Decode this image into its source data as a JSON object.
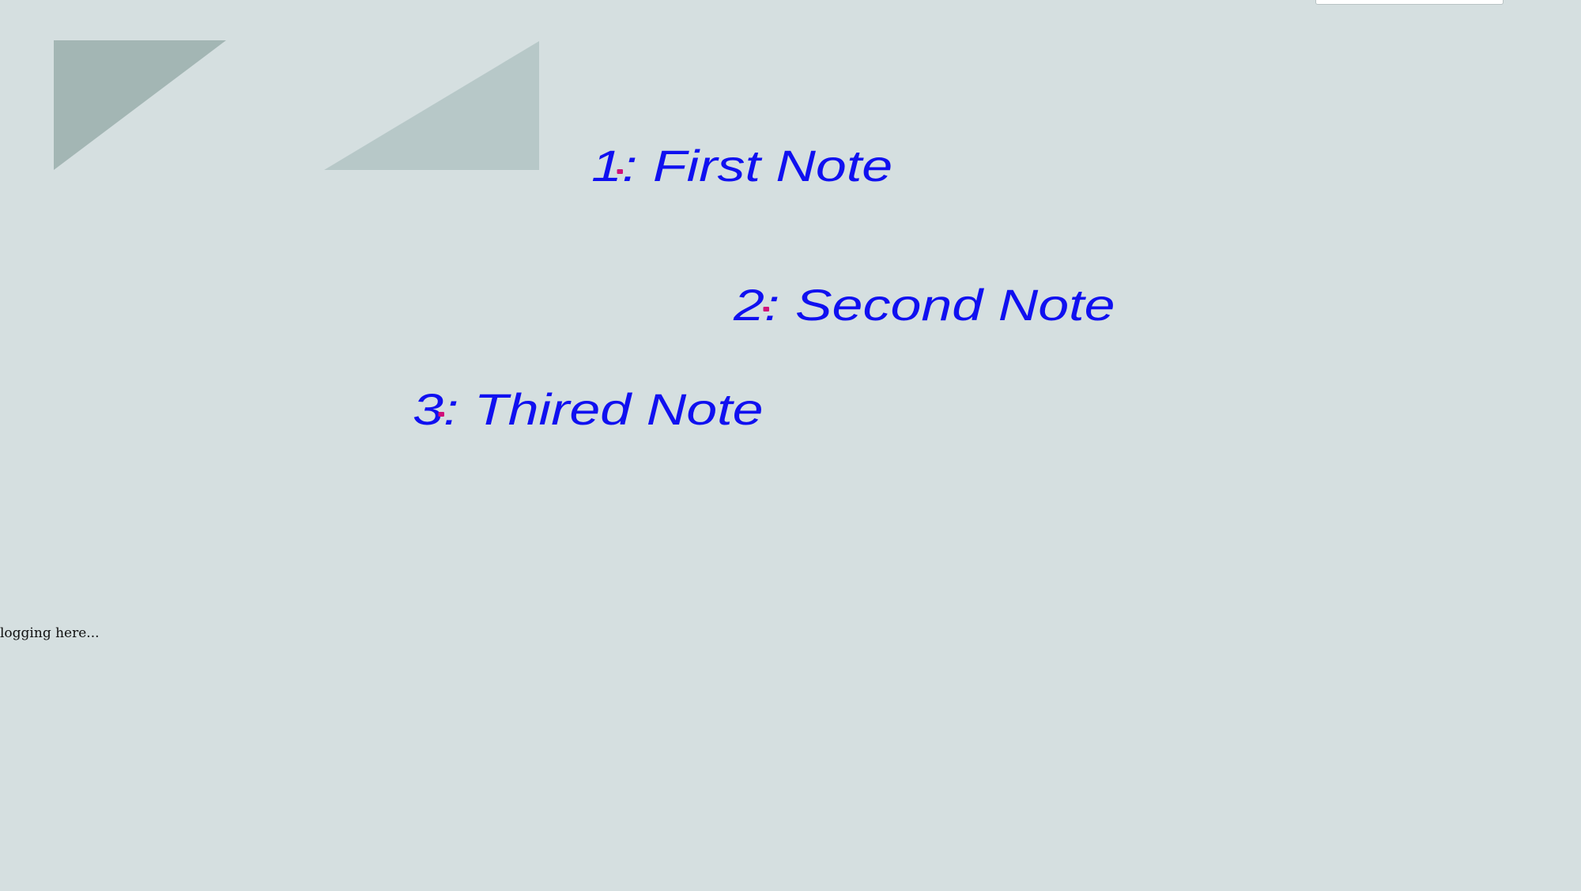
{
  "search": {
    "value": "",
    "placeholder": ""
  },
  "colors": {
    "background": "#d5dfe0",
    "triangle_dark": "#a3b6b4",
    "triangle_light": "#b7c8c8",
    "note_text": "#1010f0",
    "note_marker": "#d0107a"
  },
  "notes": [
    {
      "number": "1",
      "text": "1: First Note"
    },
    {
      "number": "2",
      "text": "2: Second Note"
    },
    {
      "number": "3",
      "text": "3: Thired Note"
    }
  ],
  "log": {
    "text": "logging here..."
  }
}
